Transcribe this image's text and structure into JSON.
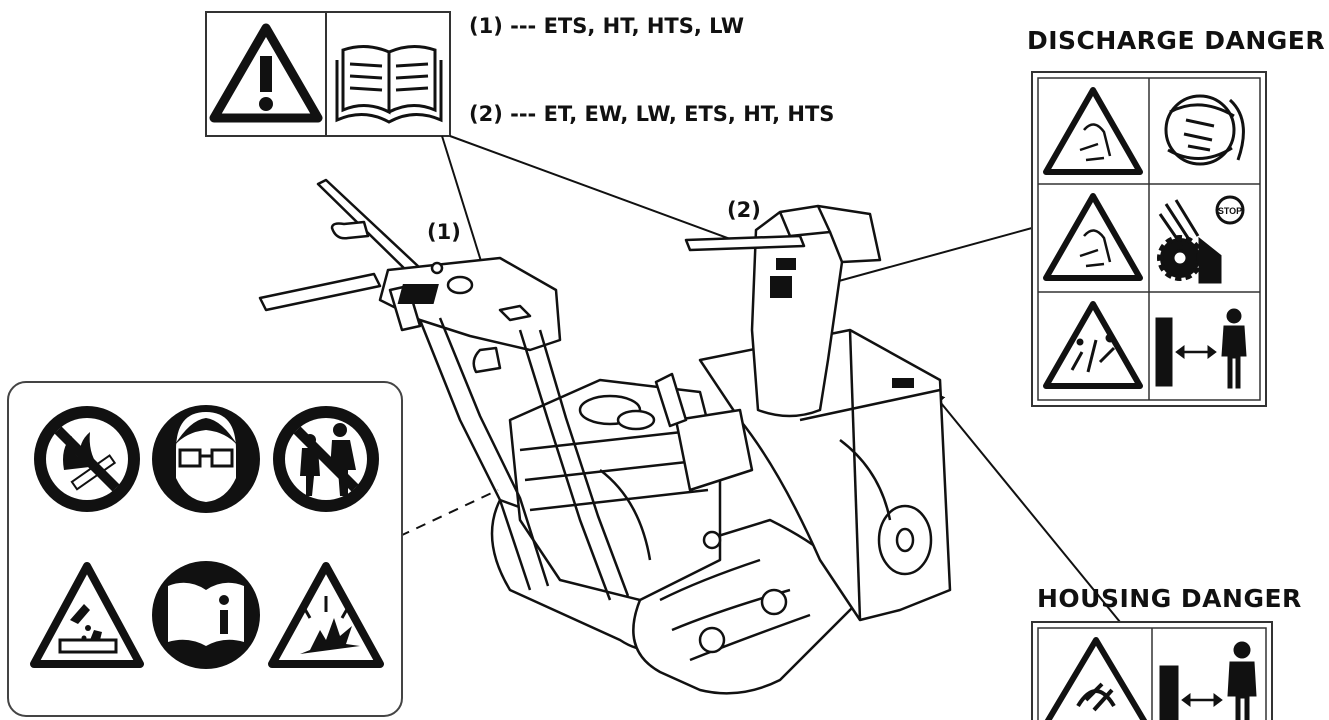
{
  "labels": {
    "discharge_title": "DISCHARGE DANGER",
    "housing_title": "HOUSING DANGER",
    "model_line_1": "(1) --- ETS, HT, HTS, LW",
    "model_line_2": "(2) --- ET, EW, LW, ETS, HT, HTS",
    "callout_1": "(1)",
    "callout_2": "(2)"
  },
  "icons": {
    "label_1": [
      "warning-triangle-icon",
      "manual-book-icon"
    ],
    "discharge_danger": [
      "chute-hand-warning-icon",
      "rotating-impeller-icon",
      "chute-hand-warning-icon",
      "auger-stop-icon",
      "thrown-objects-warning-icon",
      "keep-distance-icon"
    ],
    "housing_danger": [
      "auger-hand-warning-icon",
      "keep-distance-icon"
    ],
    "safety_panel": [
      "no-smoking-icon",
      "eye-protection-icon",
      "no-bystanders-icon",
      "corrosive-battery-warning-icon",
      "read-manual-icon",
      "explosion-warning-icon"
    ]
  },
  "colors": {
    "ink": "#111111",
    "panel": "#ffffff",
    "frame": "#333333"
  }
}
